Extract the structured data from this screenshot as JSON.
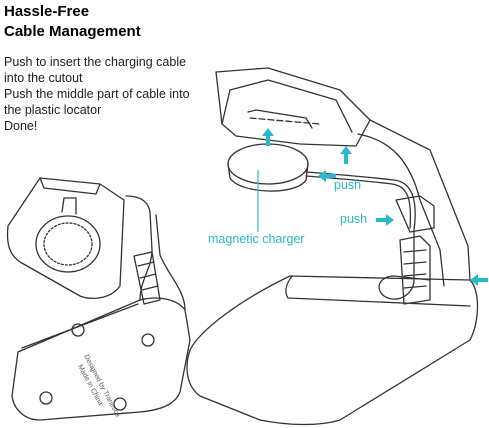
{
  "title_lines": [
    "Hassle-Free",
    "Cable Management"
  ],
  "instructions": [
    "Push to insert the charging cable",
    "into the cutout",
    "Push the middle part of cable into",
    "the plastic locator",
    "Done!"
  ],
  "labels": {
    "push_upper": "push",
    "push_lower": "push",
    "magnetic_charger": "magnetic charger"
  },
  "engraving": [
    "Designed by Tranesca",
    "Made in China"
  ],
  "colors": {
    "accent": "#29b9c8",
    "line": "#333333"
  }
}
